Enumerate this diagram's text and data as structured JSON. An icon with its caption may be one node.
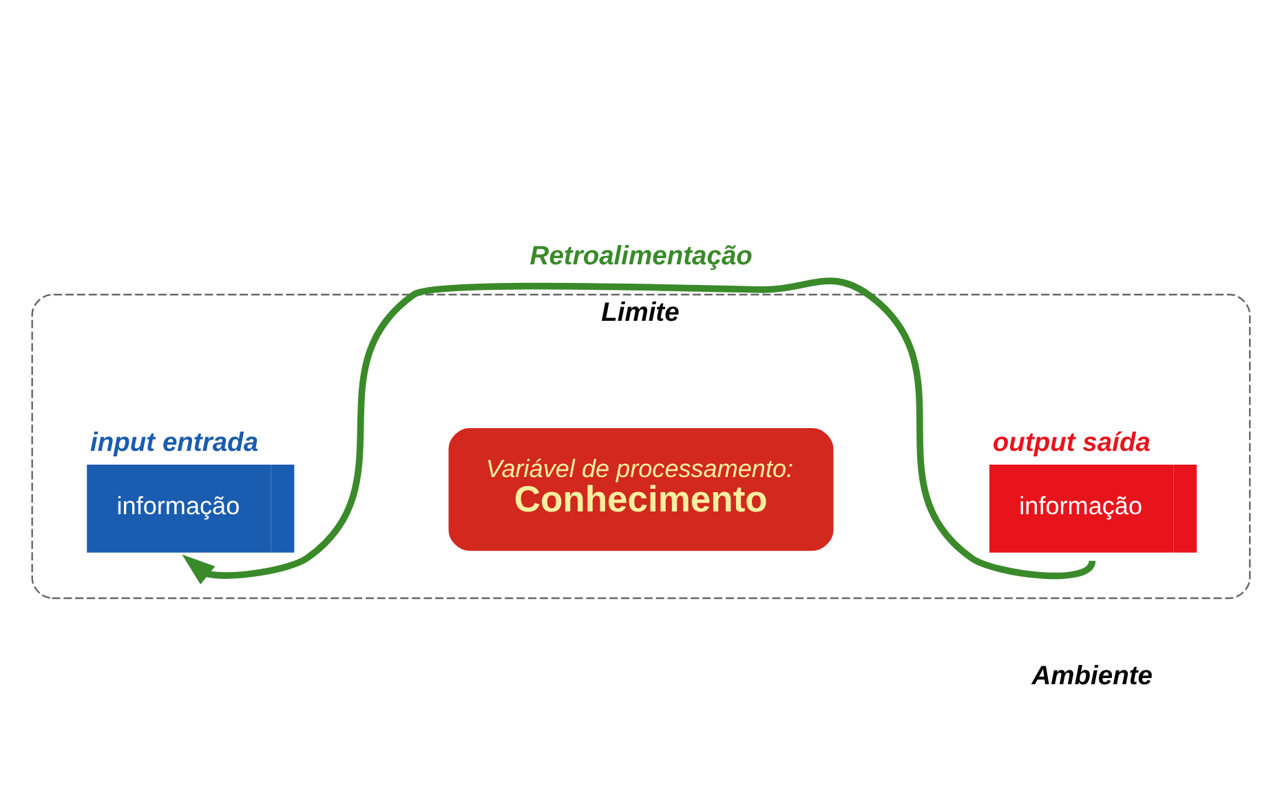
{
  "diagram": {
    "nodes": [
      {
        "text": [
          "Limite"
        ]
      },
      {
        "text": [
          "input entrada",
          "informação"
        ],
        "in": 0
      },
      {
        "text": [
          "Variável de processamento:",
          "Conhecimento"
        ],
        "in": 0
      },
      {
        "text": [
          "output saída",
          "informação"
        ],
        "in": 0
      }
    ],
    "edges": [
      {
        "from": 3,
        "to": 1,
        "arrow": "to",
        "label": "Retroalimentação",
        "color": "#3a8a2a"
      }
    ],
    "labels": [
      "Ambiente"
    ]
  }
}
